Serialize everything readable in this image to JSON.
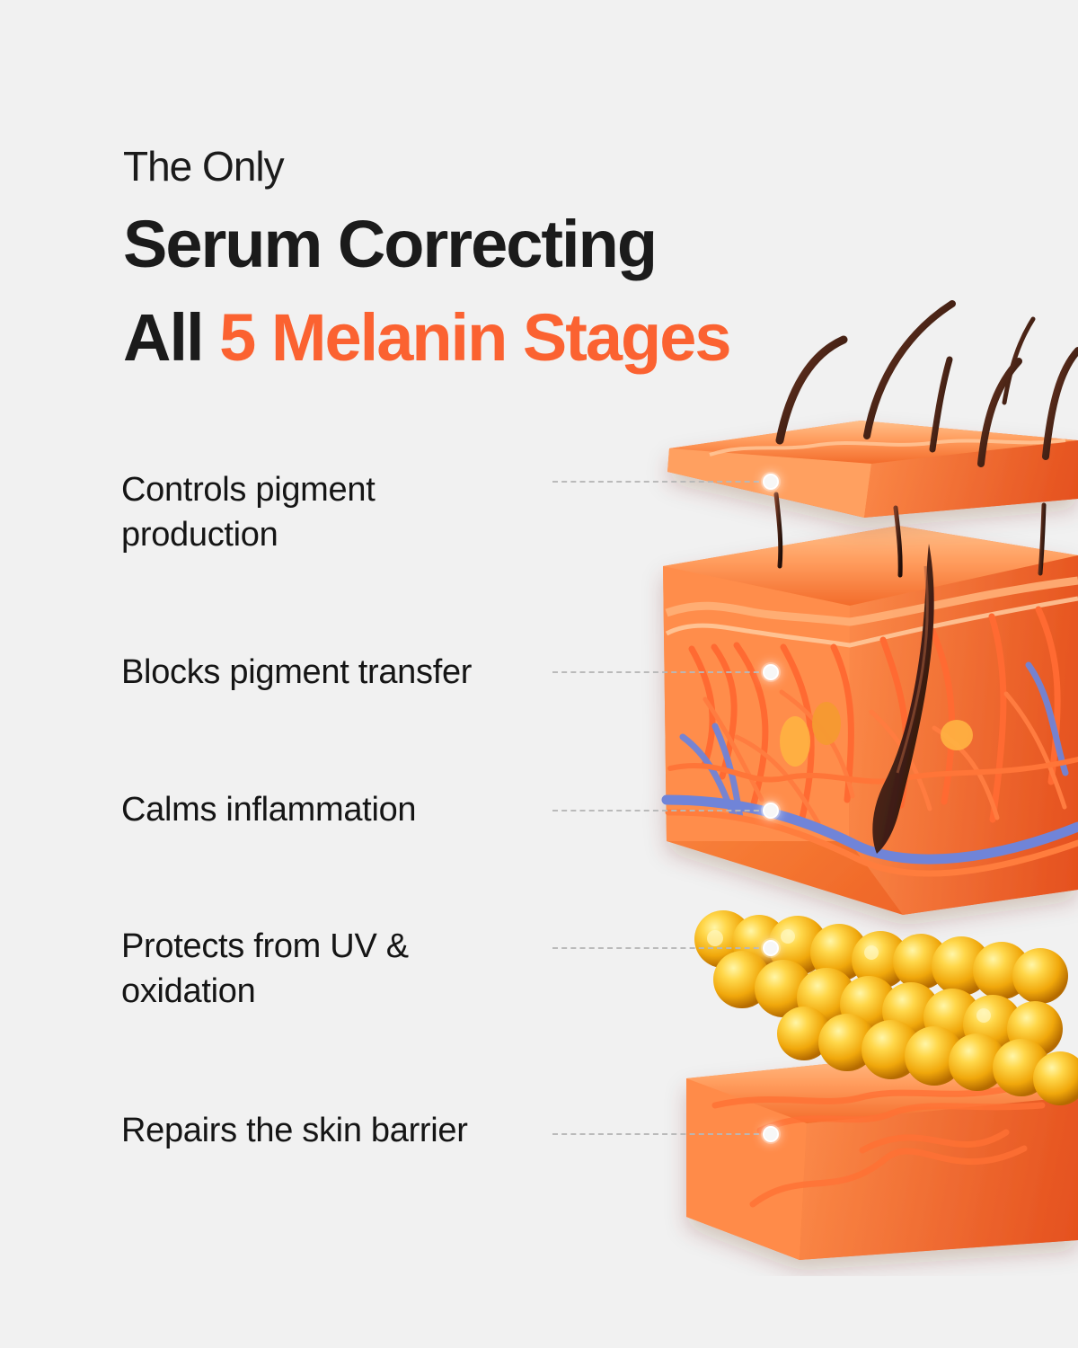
{
  "headline": {
    "eyebrow": "The Only",
    "line_1": "Serum Correcting",
    "line_2_prefix": "All ",
    "line_2_accent": "5 Melanin Stages"
  },
  "benefits": [
    "Controls pigment\nproduction",
    "Blocks pigment transfer",
    "Calms inflammation",
    "Protects from UV &\noxidation",
    "Repairs the skin barrier"
  ],
  "colors": {
    "background": "#f1f1f1",
    "text": "#1b1b1b",
    "accent": "#fb6231",
    "skin_light": "#ffae70",
    "skin_mid": "#f57b33",
    "skin_dark": "#e95520",
    "vessel_orange": "#ff7a35",
    "vein_blue": "#6f84d8",
    "hair": "#4a2416",
    "fat": "#ffc21c"
  },
  "icons": {
    "illustration": "skin-layers-illustration",
    "callout_marker": "callout-dot-icon"
  }
}
